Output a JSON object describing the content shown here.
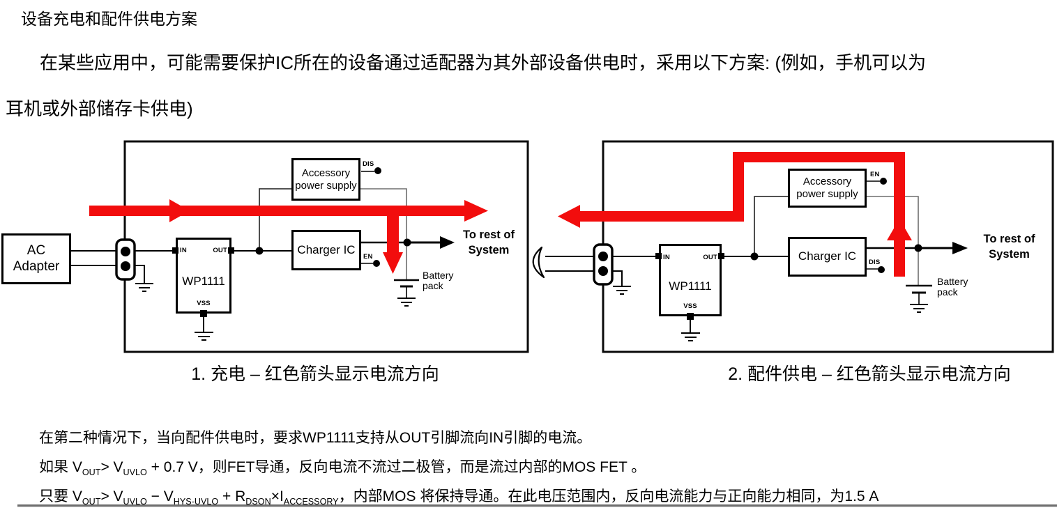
{
  "header": {
    "title": "设备充电和配件供电方案",
    "intro_line1": "在某些应用中，可能需要保护IC所在的设备通过适配器为其外部设备供电时，采用以下方案: (例如，手机可以为",
    "intro_line2": "耳机或外部储存卡供电)"
  },
  "diagram1": {
    "caption": "1. 充电 – 红色箭头显示电流方向",
    "ac_adapter_label": "AC Adapter",
    "ic_label": "WP1111",
    "pins": {
      "in": "IN",
      "out": "OUT",
      "vss": "VSS"
    },
    "accessory_line1": "Accessory",
    "accessory_line2": "power supply",
    "accessory_pin": "DIS",
    "charger_label": "Charger IC",
    "charger_pin": "EN",
    "to_rest_line1": "To rest of",
    "to_rest_line2": "System",
    "battery_line1": "Battery",
    "battery_line2": "pack"
  },
  "diagram2": {
    "caption": "2. 配件供电 – 红色箭头显示电流方向",
    "ic_label": "WP1111",
    "pins": {
      "in": "IN",
      "out": "OUT",
      "vss": "VSS"
    },
    "accessory_line1": "Accessory",
    "accessory_line2": "power supply",
    "accessory_pin": "EN",
    "charger_label": "Charger IC",
    "charger_pin": "DIS",
    "to_rest_line1": "To rest of",
    "to_rest_line2": "System",
    "battery_line1": "Battery",
    "battery_line2": "pack"
  },
  "notes": {
    "line1": "在第二种情况下，当向配件供电时，要求WP1111支持从OUT引脚流向IN引脚的电流。",
    "line2_segments": [
      {
        "t": "如果 V"
      },
      {
        "sub": "OUT"
      },
      {
        "t": "> V"
      },
      {
        "sub": "UVLO"
      },
      {
        "t": " + 0.7 V，则FET导通，反向电流不流过二极管，而是流过内部的MOS FET 。"
      }
    ],
    "line3_segments": [
      {
        "t": "只要 V"
      },
      {
        "sub": "OUT"
      },
      {
        "t": "> V"
      },
      {
        "sub": "UVLO"
      },
      {
        "t": " − V"
      },
      {
        "sub": "HYS-UVLO"
      },
      {
        "t": " + R"
      },
      {
        "sub": "DSON"
      },
      {
        "t": "×I"
      },
      {
        "sub": "ACCESSORY"
      },
      {
        "t": "，内部MOS 将保持导通。在此电压范围内，反向电流能力与正向能力相同，为1.5 A"
      }
    ]
  },
  "colors": {
    "arrow_red": "#f20d0d",
    "divider_gray": "#6f6f6f"
  }
}
